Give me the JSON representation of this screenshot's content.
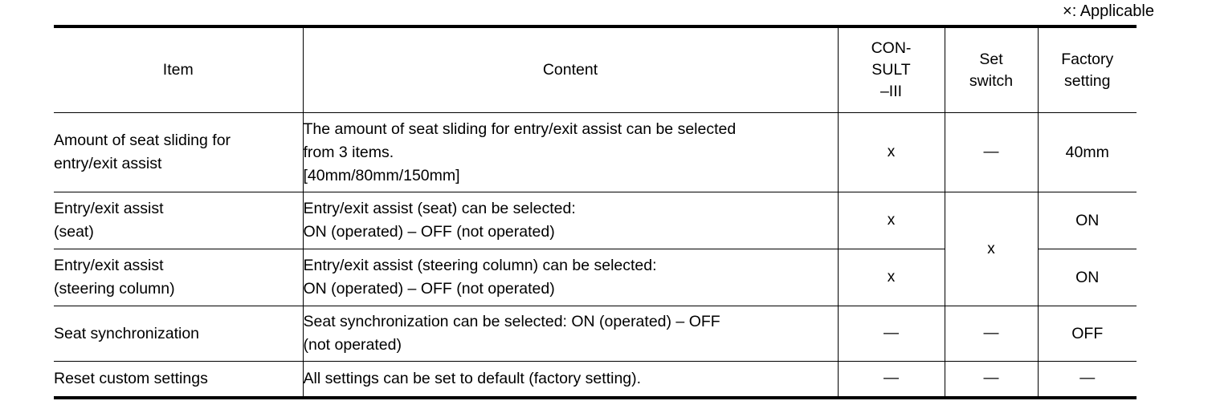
{
  "legend": {
    "note": "×: Applicable"
  },
  "table": {
    "headers": [
      {
        "id": "item",
        "label": "Item"
      },
      {
        "id": "content",
        "label": "Content"
      },
      {
        "id": "consult",
        "label_line1": "CON-",
        "label_line2": "SULT",
        "label_line3": "–III"
      },
      {
        "id": "switch",
        "label_line1": "Set",
        "label_line2": "switch"
      },
      {
        "id": "factory",
        "label_line1": "Factory",
        "label_line2": "setting"
      }
    ],
    "rows": [
      {
        "item_line1": "Amount of seat sliding for",
        "item_line2": "entry/exit assist",
        "content_line1": "The amount of seat sliding for entry/exit assist can be selected",
        "content_line2": "from 3 items.",
        "content_line3": "[40mm/80mm/150mm]",
        "consult": "x",
        "switch": "—",
        "factory": "40mm"
      },
      {
        "item_line1": "Entry/exit assist",
        "item_line2": "(seat)",
        "content_line1": "Entry/exit assist (seat) can be selected:",
        "content_line2": "ON (operated) – OFF (not operated)",
        "content_line3": "",
        "consult": "x",
        "switch": "x",
        "factory": "ON"
      },
      {
        "item_line1": "Entry/exit assist",
        "item_line2": "(steering column)",
        "content_line1": "Entry/exit assist (steering column) can be selected:",
        "content_line2": "ON (operated) – OFF (not operated)",
        "content_line3": "",
        "consult": "x",
        "switch": "",
        "factory": "ON"
      },
      {
        "item_line1": "Seat synchronization",
        "item_line2": "",
        "content_line1": "Seat synchronization can be selected: ON (operated) – OFF",
        "content_line2": "(not operated)",
        "content_line3": "",
        "consult": "—",
        "switch": "—",
        "factory": "OFF"
      },
      {
        "item_line1": "Reset custom settings",
        "item_line2": "",
        "content_line1": "All settings can be set to default (factory setting).",
        "content_line2": "",
        "content_line3": "",
        "consult": "—",
        "switch": "—",
        "factory": "—"
      }
    ]
  },
  "colors": {
    "ink": "#000000",
    "paper": "#ffffff"
  }
}
